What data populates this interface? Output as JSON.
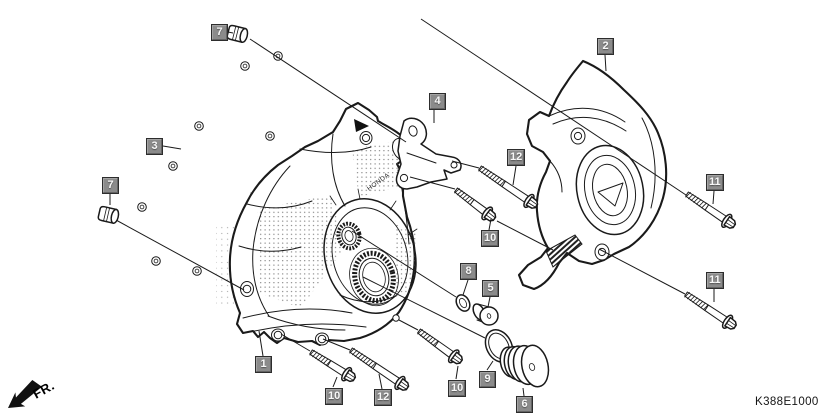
{
  "diagram_code": "K388E1000",
  "fr_label": "FR.",
  "embossed_text": "HONDA",
  "labels": [
    {
      "text": "7"
    },
    {
      "text": "2"
    },
    {
      "text": "4"
    },
    {
      "text": "3"
    },
    {
      "text": "12"
    },
    {
      "text": "7"
    },
    {
      "text": "11"
    },
    {
      "text": "10"
    },
    {
      "text": "8"
    },
    {
      "text": "11"
    },
    {
      "text": "5"
    },
    {
      "text": "1"
    },
    {
      "text": "9"
    },
    {
      "text": "10"
    },
    {
      "text": "10"
    },
    {
      "text": "12"
    },
    {
      "text": "6"
    }
  ],
  "colors": {
    "line": "#1a1a1a",
    "label_bg": "#8b8b8b",
    "label_text": "#f7f7f7",
    "background": "#ffffff"
  }
}
